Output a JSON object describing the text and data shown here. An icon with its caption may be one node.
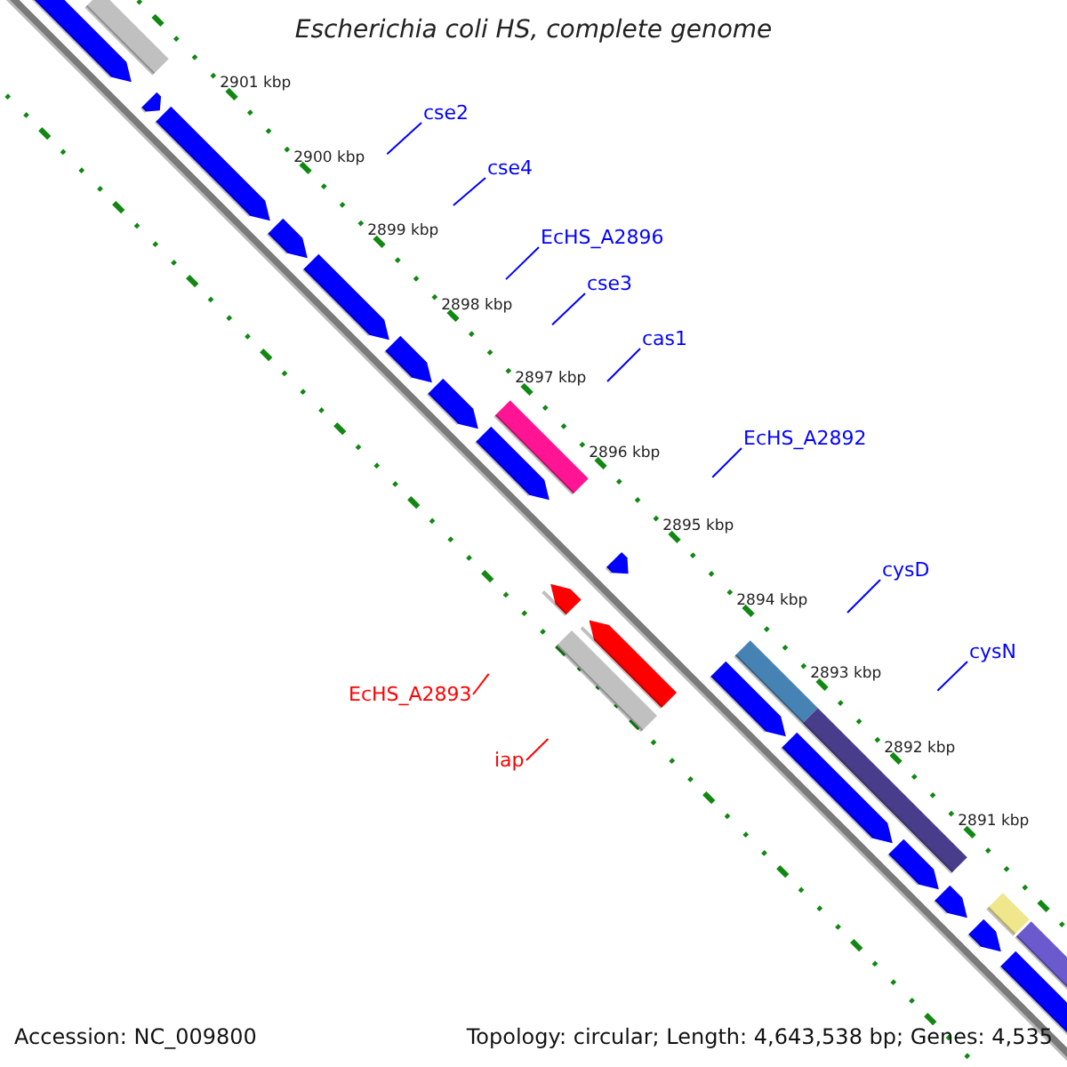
{
  "diagram": {
    "title": "Escherichia coli HS, complete genome",
    "nodes": [
      {
        "text": [
          "cse2"
        ]
      },
      {
        "text": [
          "cse4"
        ]
      },
      {
        "text": [
          "EcHS_A2896"
        ]
      },
      {
        "text": [
          "cse3"
        ]
      },
      {
        "text": [
          "cas1"
        ]
      },
      {
        "text": [
          "EcHS_A2892"
        ]
      },
      {
        "text": [
          "cysD"
        ]
      },
      {
        "text": [
          "cysN"
        ]
      },
      {
        "text": [
          "EcHS_A2893"
        ]
      },
      {
        "text": [
          "iap"
        ]
      }
    ],
    "edges": [
      {
        "from": 0,
        "to": null,
        "arrow": "none"
      },
      {
        "from": 1,
        "to": null,
        "arrow": "none"
      },
      {
        "from": 2,
        "to": null,
        "arrow": "none"
      },
      {
        "from": 3,
        "to": null,
        "arrow": "none"
      },
      {
        "from": 4,
        "to": null,
        "arrow": "none"
      },
      {
        "from": 5,
        "to": null,
        "arrow": "none"
      },
      {
        "from": 6,
        "to": null,
        "arrow": "none"
      },
      {
        "from": 7,
        "to": null,
        "arrow": "none"
      },
      {
        "from": 8,
        "to": null,
        "arrow": "none",
        "color": "#ff0000"
      },
      {
        "from": 9,
        "to": null,
        "arrow": "none",
        "color": "#ff0000"
      }
    ],
    "labels": [
      "2901 kbp",
      "2900 kbp",
      "2899 kbp",
      "2898 kbp",
      "2897 kbp",
      "2896 kbp",
      "2895 kbp",
      "2894 kbp",
      "2893 kbp",
      "2892 kbp",
      "2891 kbp",
      "Accession: NC_009800",
      "Topology: circular; Length: 4,643,538 bp; Genes: 4,535"
    ]
  }
}
